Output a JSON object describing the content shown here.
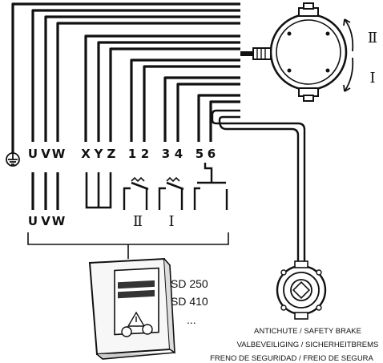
{
  "terminals": {
    "earth_icon": "protective-earth-icon",
    "u": "U",
    "v": "V",
    "w": "W",
    "x": "X",
    "y": "Y",
    "z": "Z",
    "t1": "1",
    "t2": "2",
    "t3": "3",
    "t4": "4",
    "t5": "5",
    "t6": "6"
  },
  "motor_terminals": {
    "u": "U",
    "v": "V",
    "w": "W"
  },
  "direction_labels": {
    "dir_up": "Ⅱ",
    "dir_down": "Ⅰ"
  },
  "switch_labels": {
    "s2": "Ⅱ",
    "s1": "Ⅰ"
  },
  "control_box": {
    "models": [
      "SD 250",
      "SD 410",
      "..."
    ]
  },
  "brake": {
    "caption_lines": [
      "ANTICHUTE / SAFETY BRAKE",
      "VALBEVEILIGING / SICHERHEITBREMS",
      "FRENO DE SEGURIDAD / FREIO DE SEGURA"
    ]
  }
}
